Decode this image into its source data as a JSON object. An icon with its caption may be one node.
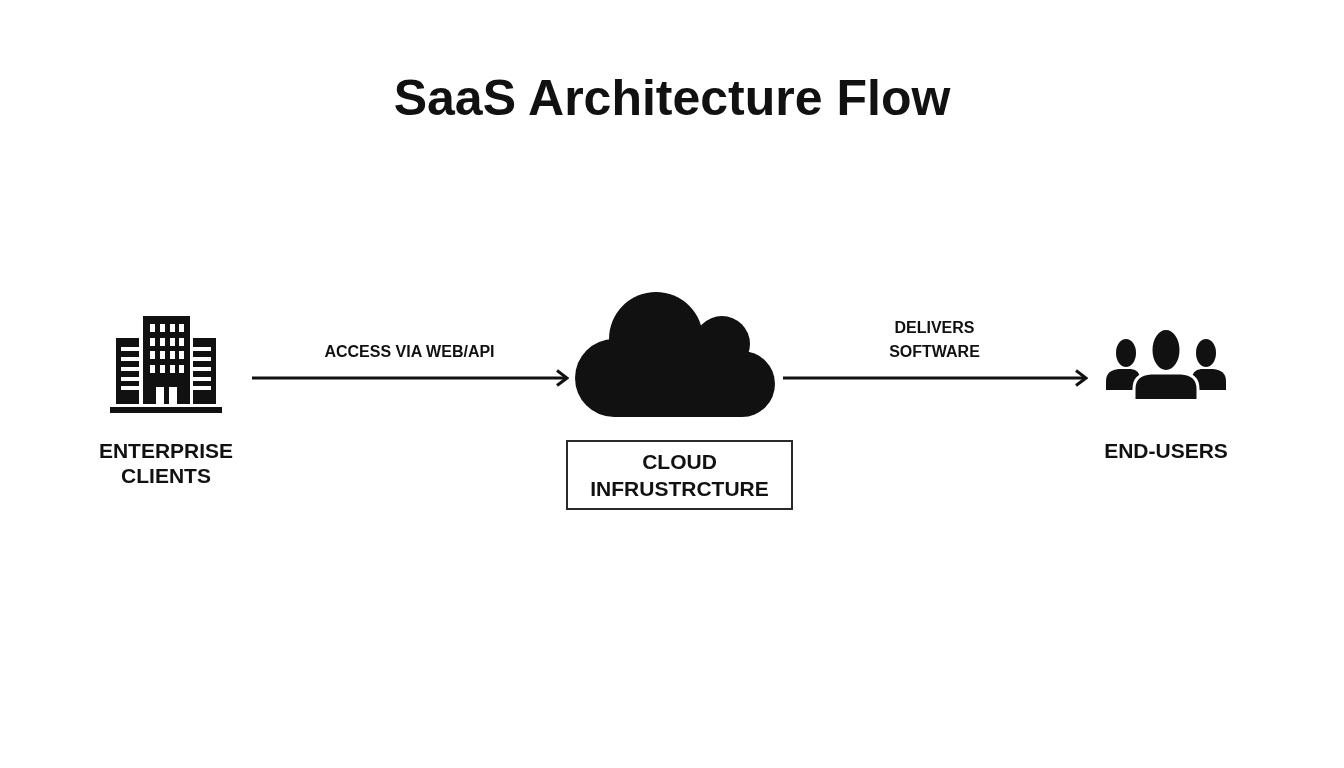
{
  "diagram": {
    "title": "SaaS Architecture Flow",
    "nodes": [
      {
        "text": [
          "ENTERPRISE CLIENTS"
        ]
      },
      {
        "text": [],
        "shape": "cloud"
      },
      {
        "text": [
          "CLOUD INFRUSTRCTURE"
        ]
      },
      {
        "text": [
          "END-USERS"
        ]
      }
    ],
    "edges": [
      {
        "from": 0,
        "to": 1,
        "arrow": "to",
        "label": "ACCESS VIA WEB/API"
      },
      {
        "from": 1,
        "to": 3,
        "arrow": "to",
        "label": "DELIVERS SOFTWARE"
      }
    ]
  }
}
